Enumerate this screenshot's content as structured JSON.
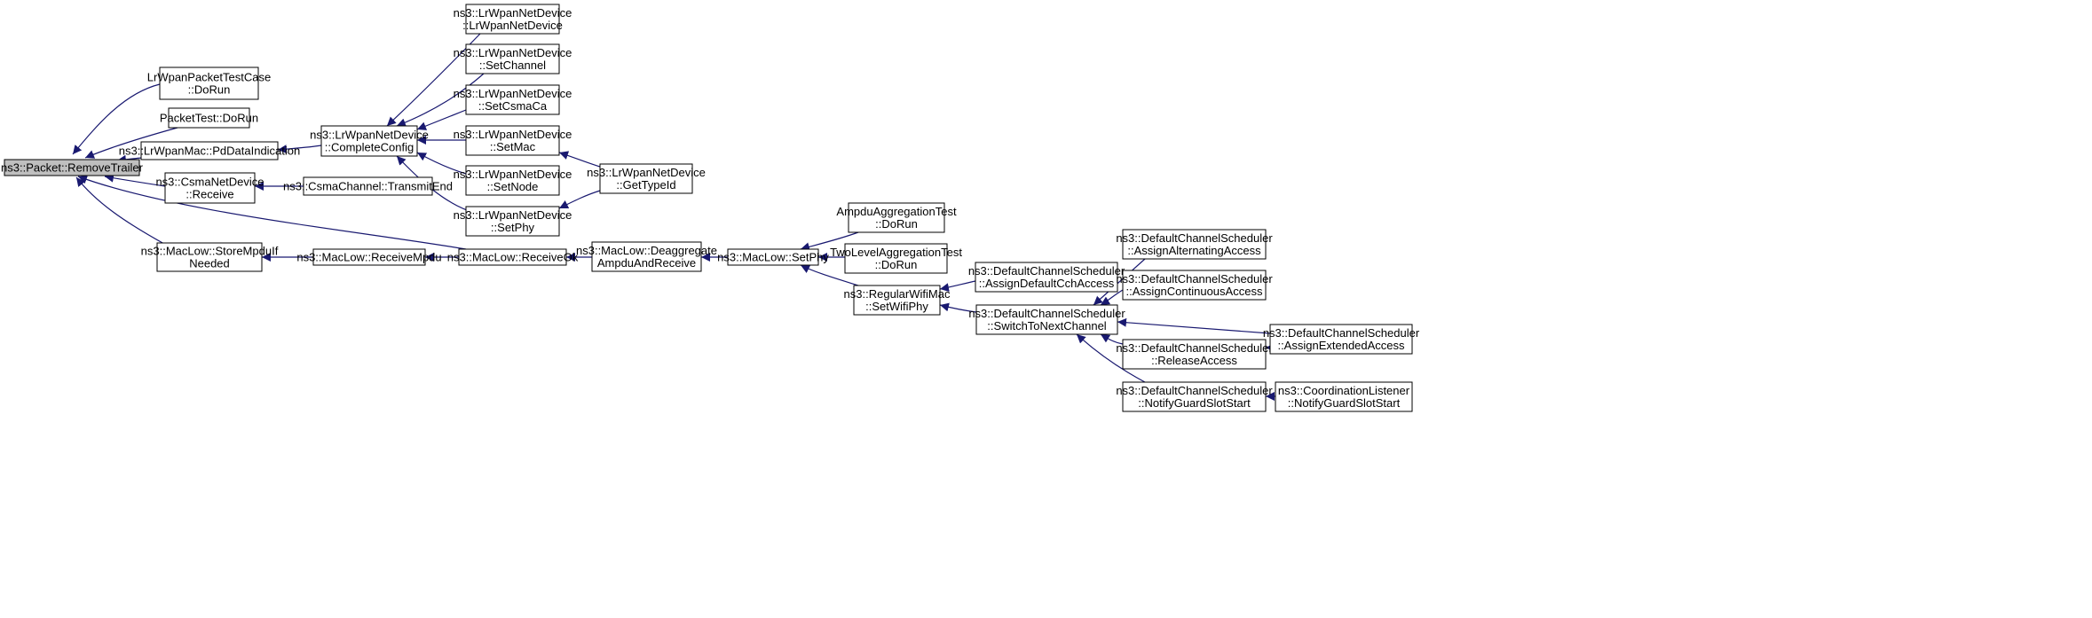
{
  "graph": {
    "root": "n_root",
    "colors": {
      "edge": "#191970",
      "node_border": "#000000",
      "node_fill": "#ffffff",
      "root_fill": "#bfbfbf"
    },
    "nodes": [
      {
        "id": "n_root",
        "lines": [
          "ns3::Packet::RemoveTrailer"
        ]
      },
      {
        "id": "n_lrtest",
        "lines": [
          "LrWpanPacketTestCase",
          "::DoRun"
        ]
      },
      {
        "id": "n_pkttest",
        "lines": [
          "PacketTest::DoRun"
        ]
      },
      {
        "id": "n_pddata",
        "lines": [
          "ns3::LrWpanMac::PdDataIndication"
        ]
      },
      {
        "id": "n_csmarecv",
        "lines": [
          "ns3::CsmaNetDevice",
          "::Receive"
        ]
      },
      {
        "id": "n_storempdu",
        "lines": [
          "ns3::MacLow::StoreMpduIf",
          "Needed"
        ]
      },
      {
        "id": "n_complete",
        "lines": [
          "ns3::LrWpanNetDevice",
          "::CompleteConfig"
        ]
      },
      {
        "id": "n_transmitend",
        "lines": [
          "ns3::CsmaChannel::TransmitEnd"
        ]
      },
      {
        "id": "n_recvmpdu",
        "lines": [
          "ns3::MacLow::ReceiveMpdu"
        ]
      },
      {
        "id": "n_ctor",
        "lines": [
          "ns3::LrWpanNetDevice",
          "::LrWpanNetDevice"
        ]
      },
      {
        "id": "n_setchannel",
        "lines": [
          "ns3::LrWpanNetDevice",
          "::SetChannel"
        ]
      },
      {
        "id": "n_setcsma",
        "lines": [
          "ns3::LrWpanNetDevice",
          "::SetCsmaCa"
        ]
      },
      {
        "id": "n_setmac",
        "lines": [
          "ns3::LrWpanNetDevice",
          "::SetMac"
        ]
      },
      {
        "id": "n_setnode",
        "lines": [
          "ns3::LrWpanNetDevice",
          "::SetNode"
        ]
      },
      {
        "id": "n_setphy_lr",
        "lines": [
          "ns3::LrWpanNetDevice",
          "::SetPhy"
        ]
      },
      {
        "id": "n_recvok",
        "lines": [
          "ns3::MacLow::ReceiveOk"
        ]
      },
      {
        "id": "n_gettypeid",
        "lines": [
          "ns3::LrWpanNetDevice",
          "::GetTypeId"
        ]
      },
      {
        "id": "n_deagg",
        "lines": [
          "ns3::MacLow::Deaggregate",
          "AmpduAndReceive"
        ]
      },
      {
        "id": "n_setphy_mac",
        "lines": [
          "ns3::MacLow::SetPhy"
        ]
      },
      {
        "id": "n_ampdutest",
        "lines": [
          "AmpduAggregationTest",
          "::DoRun"
        ]
      },
      {
        "id": "n_twoleveltest",
        "lines": [
          "TwoLevelAggregationTest",
          "::DoRun"
        ]
      },
      {
        "id": "n_setwifiphy",
        "lines": [
          "ns3::RegularWifiMac",
          "::SetWifiPhy"
        ]
      },
      {
        "id": "n_assigncch",
        "lines": [
          "ns3::DefaultChannelScheduler",
          "::AssignDefaultCchAccess"
        ]
      },
      {
        "id": "n_switchnext",
        "lines": [
          "ns3::DefaultChannelScheduler",
          "::SwitchToNextChannel"
        ]
      },
      {
        "id": "n_assignalt",
        "lines": [
          "ns3::DefaultChannelScheduler",
          "::AssignAlternatingAccess"
        ]
      },
      {
        "id": "n_assigncont",
        "lines": [
          "ns3::DefaultChannelScheduler",
          "::AssignContinuousAccess"
        ]
      },
      {
        "id": "n_release",
        "lines": [
          "ns3::DefaultChannelScheduler",
          "::ReleaseAccess"
        ]
      },
      {
        "id": "n_notifyguard",
        "lines": [
          "ns3::DefaultChannelScheduler",
          "::NotifyGuardSlotStart"
        ]
      },
      {
        "id": "n_assignext",
        "lines": [
          "ns3::DefaultChannelScheduler",
          "::AssignExtendedAccess"
        ]
      },
      {
        "id": "n_coordlistener",
        "lines": [
          "ns3::CoordinationListener",
          "::NotifyGuardSlotStart"
        ]
      }
    ],
    "edges": [
      {
        "from": "n_lrtest",
        "to": "n_root"
      },
      {
        "from": "n_pkttest",
        "to": "n_root"
      },
      {
        "from": "n_pddata",
        "to": "n_root"
      },
      {
        "from": "n_csmarecv",
        "to": "n_root"
      },
      {
        "from": "n_storempdu",
        "to": "n_root"
      },
      {
        "from": "n_recvok",
        "to": "n_root"
      },
      {
        "from": "n_complete",
        "to": "n_pddata"
      },
      {
        "from": "n_transmitend",
        "to": "n_csmarecv"
      },
      {
        "from": "n_recvmpdu",
        "to": "n_storempdu"
      },
      {
        "from": "n_ctor",
        "to": "n_complete"
      },
      {
        "from": "n_setchannel",
        "to": "n_complete"
      },
      {
        "from": "n_setcsma",
        "to": "n_complete"
      },
      {
        "from": "n_setmac",
        "to": "n_complete"
      },
      {
        "from": "n_setnode",
        "to": "n_complete"
      },
      {
        "from": "n_setphy_lr",
        "to": "n_complete"
      },
      {
        "from": "n_recvok",
        "to": "n_recvmpdu"
      },
      {
        "from": "n_gettypeid",
        "to": "n_setmac"
      },
      {
        "from": "n_gettypeid",
        "to": "n_setphy_lr"
      },
      {
        "from": "n_deagg",
        "to": "n_recvok"
      },
      {
        "from": "n_setphy_mac",
        "to": "n_deagg"
      },
      {
        "from": "n_ampdutest",
        "to": "n_setphy_mac"
      },
      {
        "from": "n_twoleveltest",
        "to": "n_setphy_mac"
      },
      {
        "from": "n_setwifiphy",
        "to": "n_setphy_mac"
      },
      {
        "from": "n_assigncch",
        "to": "n_setwifiphy"
      },
      {
        "from": "n_switchnext",
        "to": "n_setwifiphy"
      },
      {
        "from": "n_assignalt",
        "to": "n_switchnext"
      },
      {
        "from": "n_assigncont",
        "to": "n_switchnext"
      },
      {
        "from": "n_assignext",
        "to": "n_switchnext"
      },
      {
        "from": "n_release",
        "to": "n_switchnext"
      },
      {
        "from": "n_notifyguard",
        "to": "n_switchnext"
      },
      {
        "from": "n_assignext",
        "to": "n_release"
      },
      {
        "from": "n_coordlistener",
        "to": "n_notifyguard"
      }
    ]
  }
}
